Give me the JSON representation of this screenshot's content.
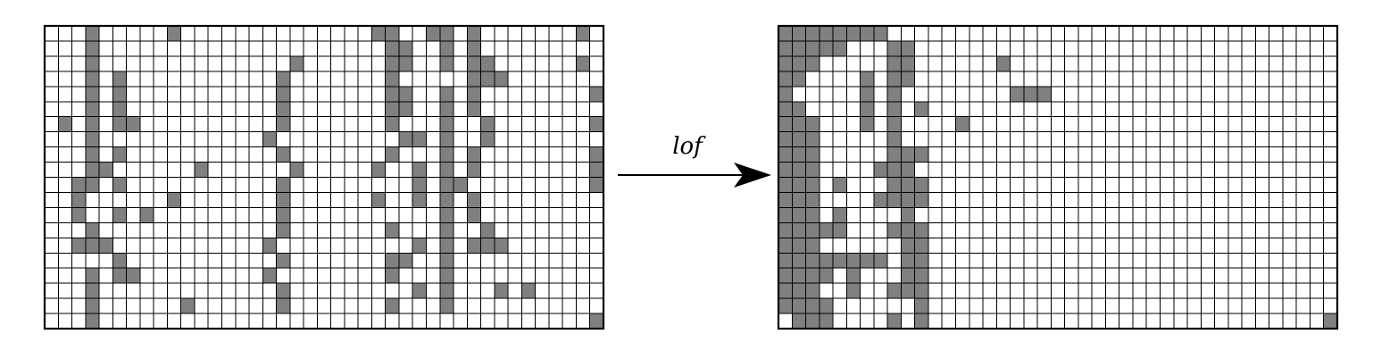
{
  "arrow_label": "lof",
  "filled_color": "#808080",
  "empty_color": "#ffffff",
  "line_color": "#000000",
  "grids": [
    {
      "name": "left-grid",
      "rows": [
        "00010000010000000000000011001101000000010",
        "00010000000000000000000001100101000000000",
        "00010000000000000010000001100101100000010",
        "00010100000000000100000001000001110000000",
        "00010100000000000100000001100101000000001",
        "00010100000000000100000001100101000000000",
        "01010110000000000100000001000100100000001",
        "00010000000000001000000000110100100000000",
        "00010100000000000100000001000101000000001",
        "00011000000100000010000010010101000000001",
        "00110100000000000100000000010110000000001",
        "00100000010000000100000010010101000000000",
        "00100101000000000100000000000101000000000",
        "00010000000000000100000001000100100000000",
        "00111000000000001000000000010101110000000",
        "00000100000000000100000001100100000000000",
        "00010110000000001000000001000100000000000",
        "00010000000000000100000000010100010100000",
        "00010000001000000100000001000100000000000",
        "00010000000000000000000000000000000000001"
      ]
    },
    {
      "name": "right-grid",
      "rows": [
        "11111111000000000000000000000000000000000",
        "11111000110000000000000000000000000000000",
        "11100000110000001000000000000000000000000",
        "11000010110000000000000000000000000000000",
        "10000010100000000111000000000000000000000",
        "11000010101000000000000000000000000000000",
        "11100010100001000000000000000000000000000",
        "11100000100000000000000000000000000000000",
        "11100000111000000000000000000000000000000",
        "11100001110000000000000000000000000000000",
        "11101000111000000000000000000000000000000",
        "11100001111000000000000000000000000000000",
        "11101000010000000000000000000000000000000",
        "11111000111000000000000000000000000000000",
        "11100000011000000000000000000000000000000",
        "11111111011000000000000000000000000000000",
        "11110100011000000000000000000000000000000",
        "11100100111000000000000000000000000000000",
        "11110000001000000000000000000000000000000",
        "01110000101000000000000000000000000000001"
      ]
    }
  ]
}
